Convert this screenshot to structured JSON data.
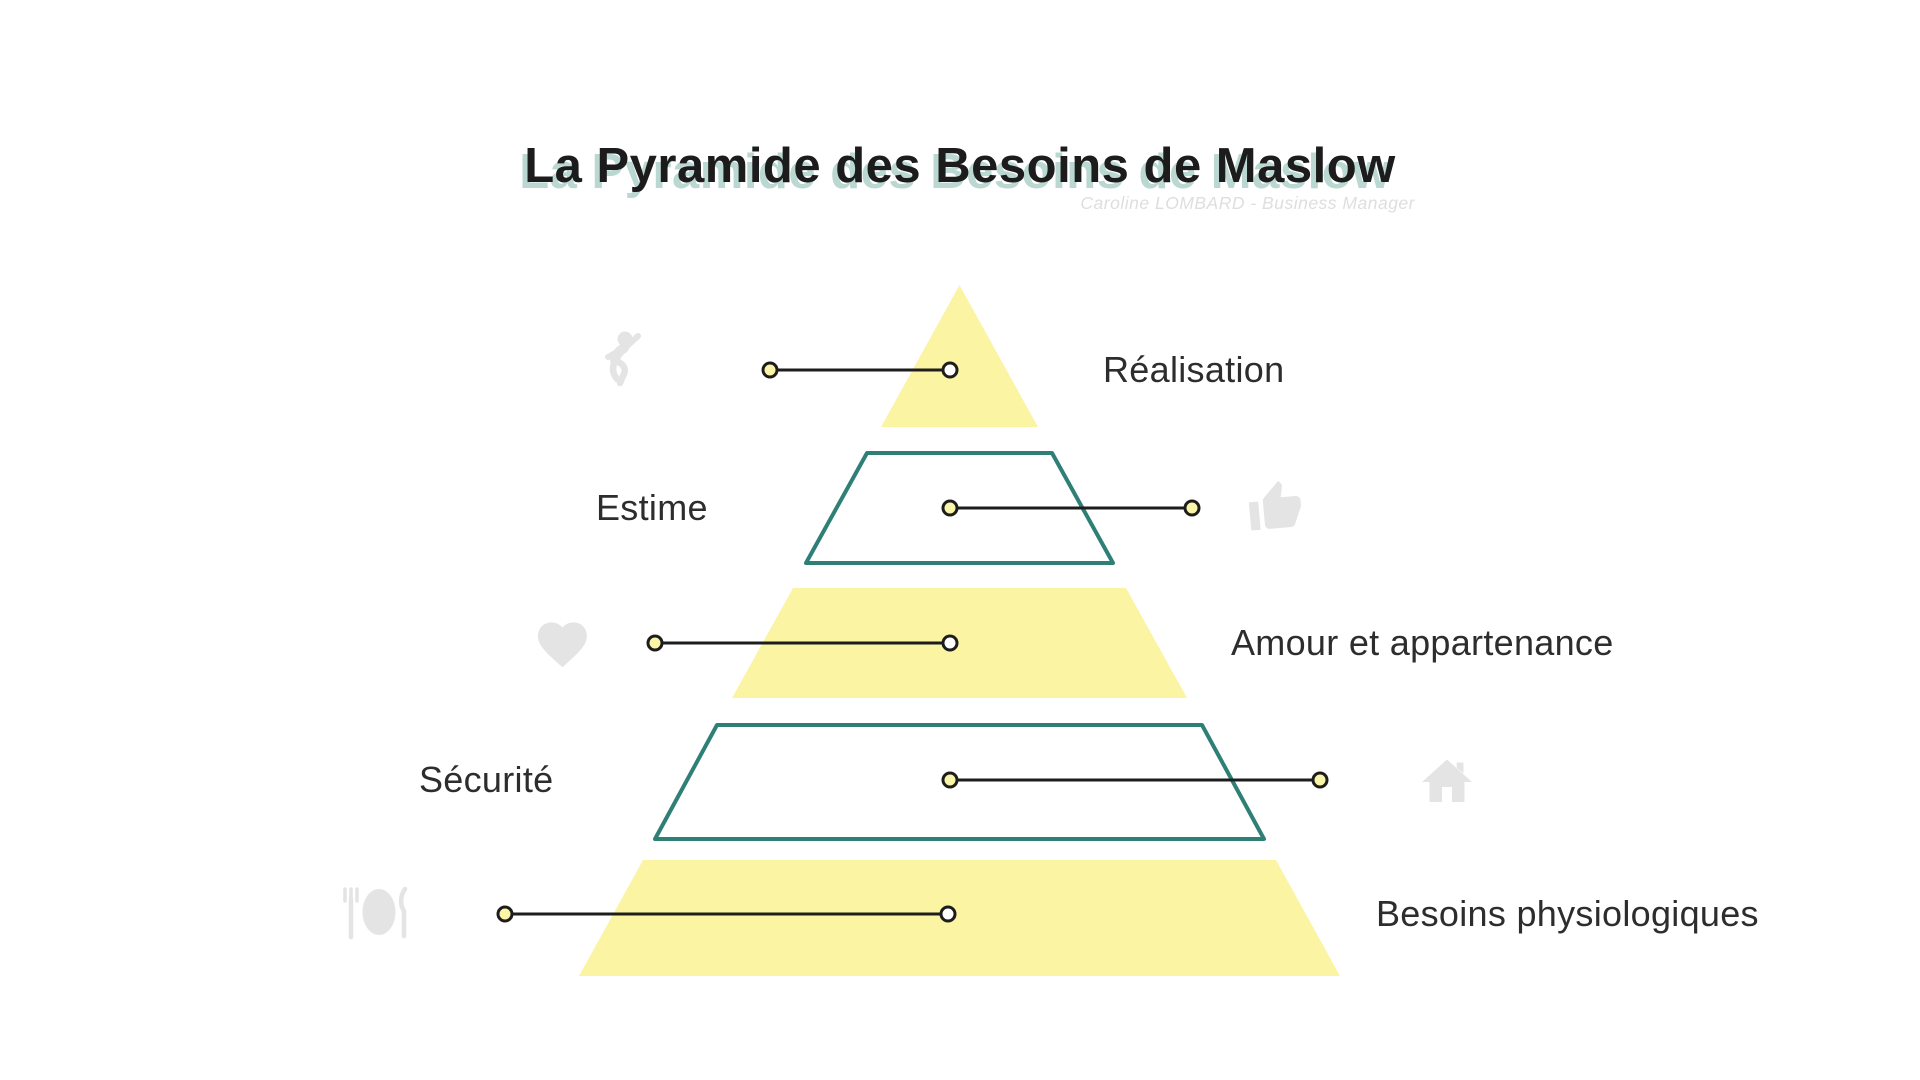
{
  "title": {
    "text": "La Pyramide des Besoins de Maslow"
  },
  "subtitle": {
    "text": "Caroline LOMBARD - Business Manager"
  },
  "pyramid": {
    "levels": [
      {
        "label": "Réalisation",
        "label_side": "right",
        "shape": "yellow-triangle",
        "icon": "running-person-icon"
      },
      {
        "label": "Estime",
        "label_side": "left",
        "shape": "teal-outline-trapezoid",
        "icon": "thumbs-up-icon"
      },
      {
        "label": "Amour et appartenance",
        "label_side": "right",
        "shape": "yellow-trapezoid",
        "icon": "heart-icon"
      },
      {
        "label": "Sécurité",
        "label_side": "left",
        "shape": "teal-outline-trapezoid",
        "icon": "house-icon"
      },
      {
        "label": "Besoins physiologiques",
        "label_side": "right",
        "shape": "yellow-trapezoid",
        "icon": "restaurant-icon"
      }
    ]
  },
  "colors": {
    "background": "#FFFFFF",
    "level_yellow": "#FAF4A3",
    "teal_outline": "#2E7F76",
    "connector_line": "#1D1D1D",
    "dot_yellow": "#FBF5A8",
    "dot_white": "#FFFFFF",
    "label_text": "#2D2D2D",
    "title_text": "#1C1C1C",
    "title_shadow": "#BAD8D1",
    "subtitle_text": "#DEDEDE",
    "icon_gray": "#E4E4E4"
  }
}
